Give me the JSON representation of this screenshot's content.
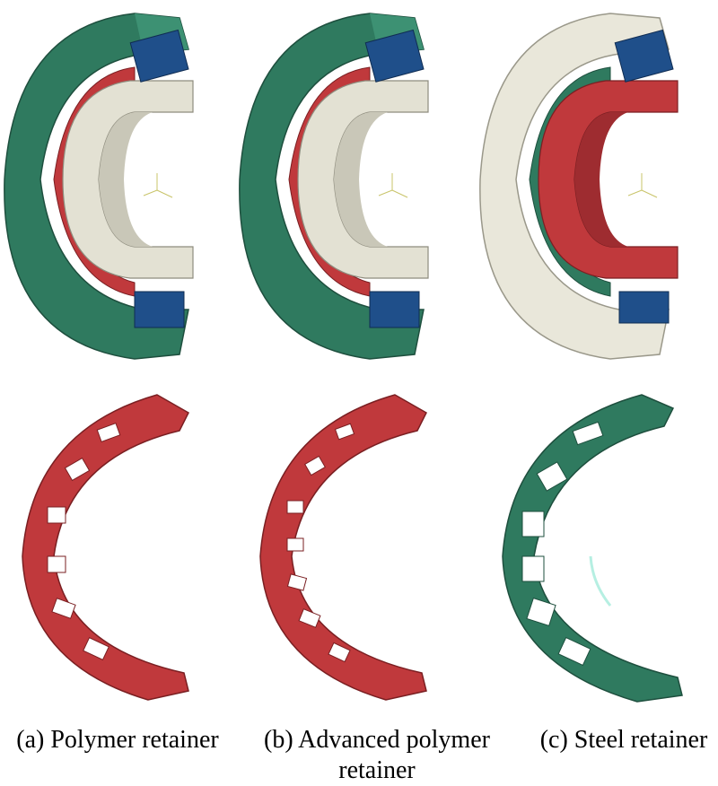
{
  "panels": [
    {
      "id": "a",
      "caption_line1": "(a) Polymer retainer",
      "caption_line2": "",
      "cup_color": "#2f7a5f",
      "cone_color": "#e3e1d3",
      "cage_color": "#c0393c",
      "roller_color": "#1f4f8a"
    },
    {
      "id": "b",
      "caption_line1": "(b) Advanced polymer",
      "caption_line2": "retainer",
      "cup_color": "#2f7a5f",
      "cone_color": "#e3e1d3",
      "cage_color": "#c0393c",
      "roller_color": "#1f4f8a"
    },
    {
      "id": "c",
      "caption_line1": "(c) Steel retainer",
      "caption_line2": "",
      "cup_color": "#e9e7da",
      "cone_color": "#c0393c",
      "cage_color": "#2f7a5f",
      "roller_color": "#1f4f8a"
    }
  ]
}
